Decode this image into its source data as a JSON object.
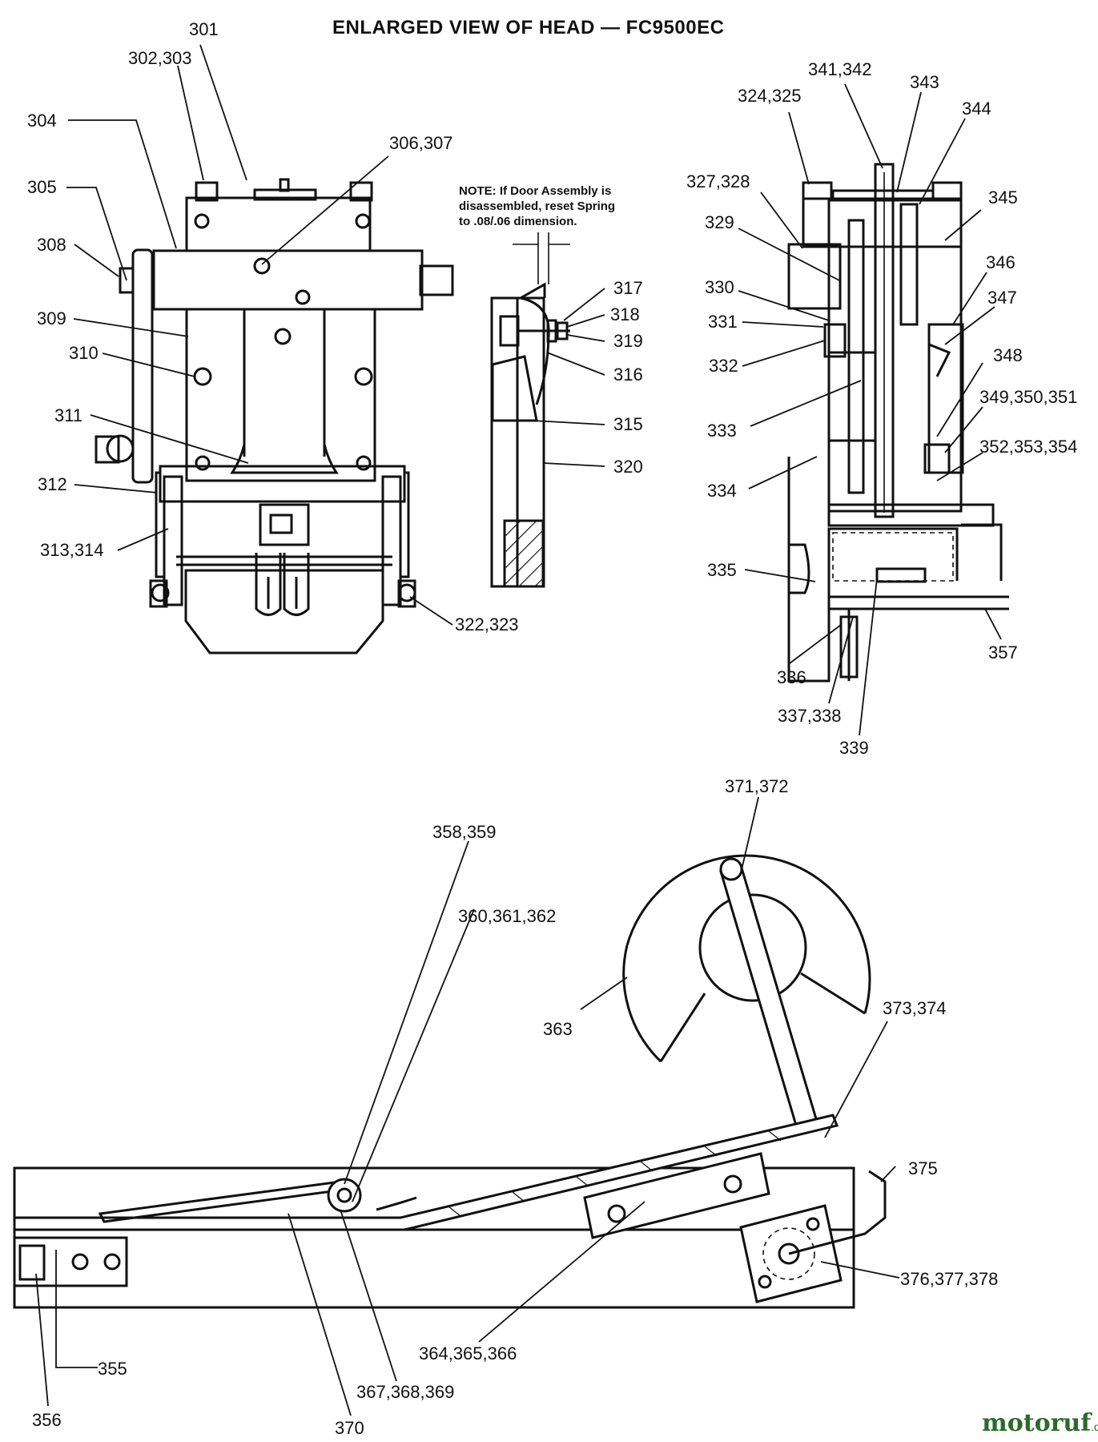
{
  "title": "ENLARGED VIEW OF HEAD — FC9500EC",
  "note": {
    "lines": [
      "NOTE: If Door Assembly is",
      "disassembled, reset Spring",
      "to .08/.06 dimension."
    ]
  },
  "labels": [
    "301",
    "302,303",
    "304",
    "305",
    "306,307",
    "308",
    "309",
    "310",
    "311",
    "312",
    "313,314",
    "322,323",
    "317",
    "318",
    "319",
    "316",
    "315",
    "320",
    "324,325",
    "341,342",
    "343",
    "344",
    "327,328",
    "345",
    "329",
    "346",
    "330",
    "347",
    "331",
    "332",
    "348",
    "349,350,351",
    "333",
    "352,353,354",
    "334",
    "335",
    "357",
    "336",
    "337,338",
    "339",
    "371,372",
    "358,359",
    "360,361,362",
    "363",
    "373,374",
    "375",
    "376,377,378",
    "364,365,366",
    "355",
    "367,368,369",
    "356",
    "370"
  ],
  "watermark": {
    "name": "motoruf",
    "suffix": ".de"
  }
}
